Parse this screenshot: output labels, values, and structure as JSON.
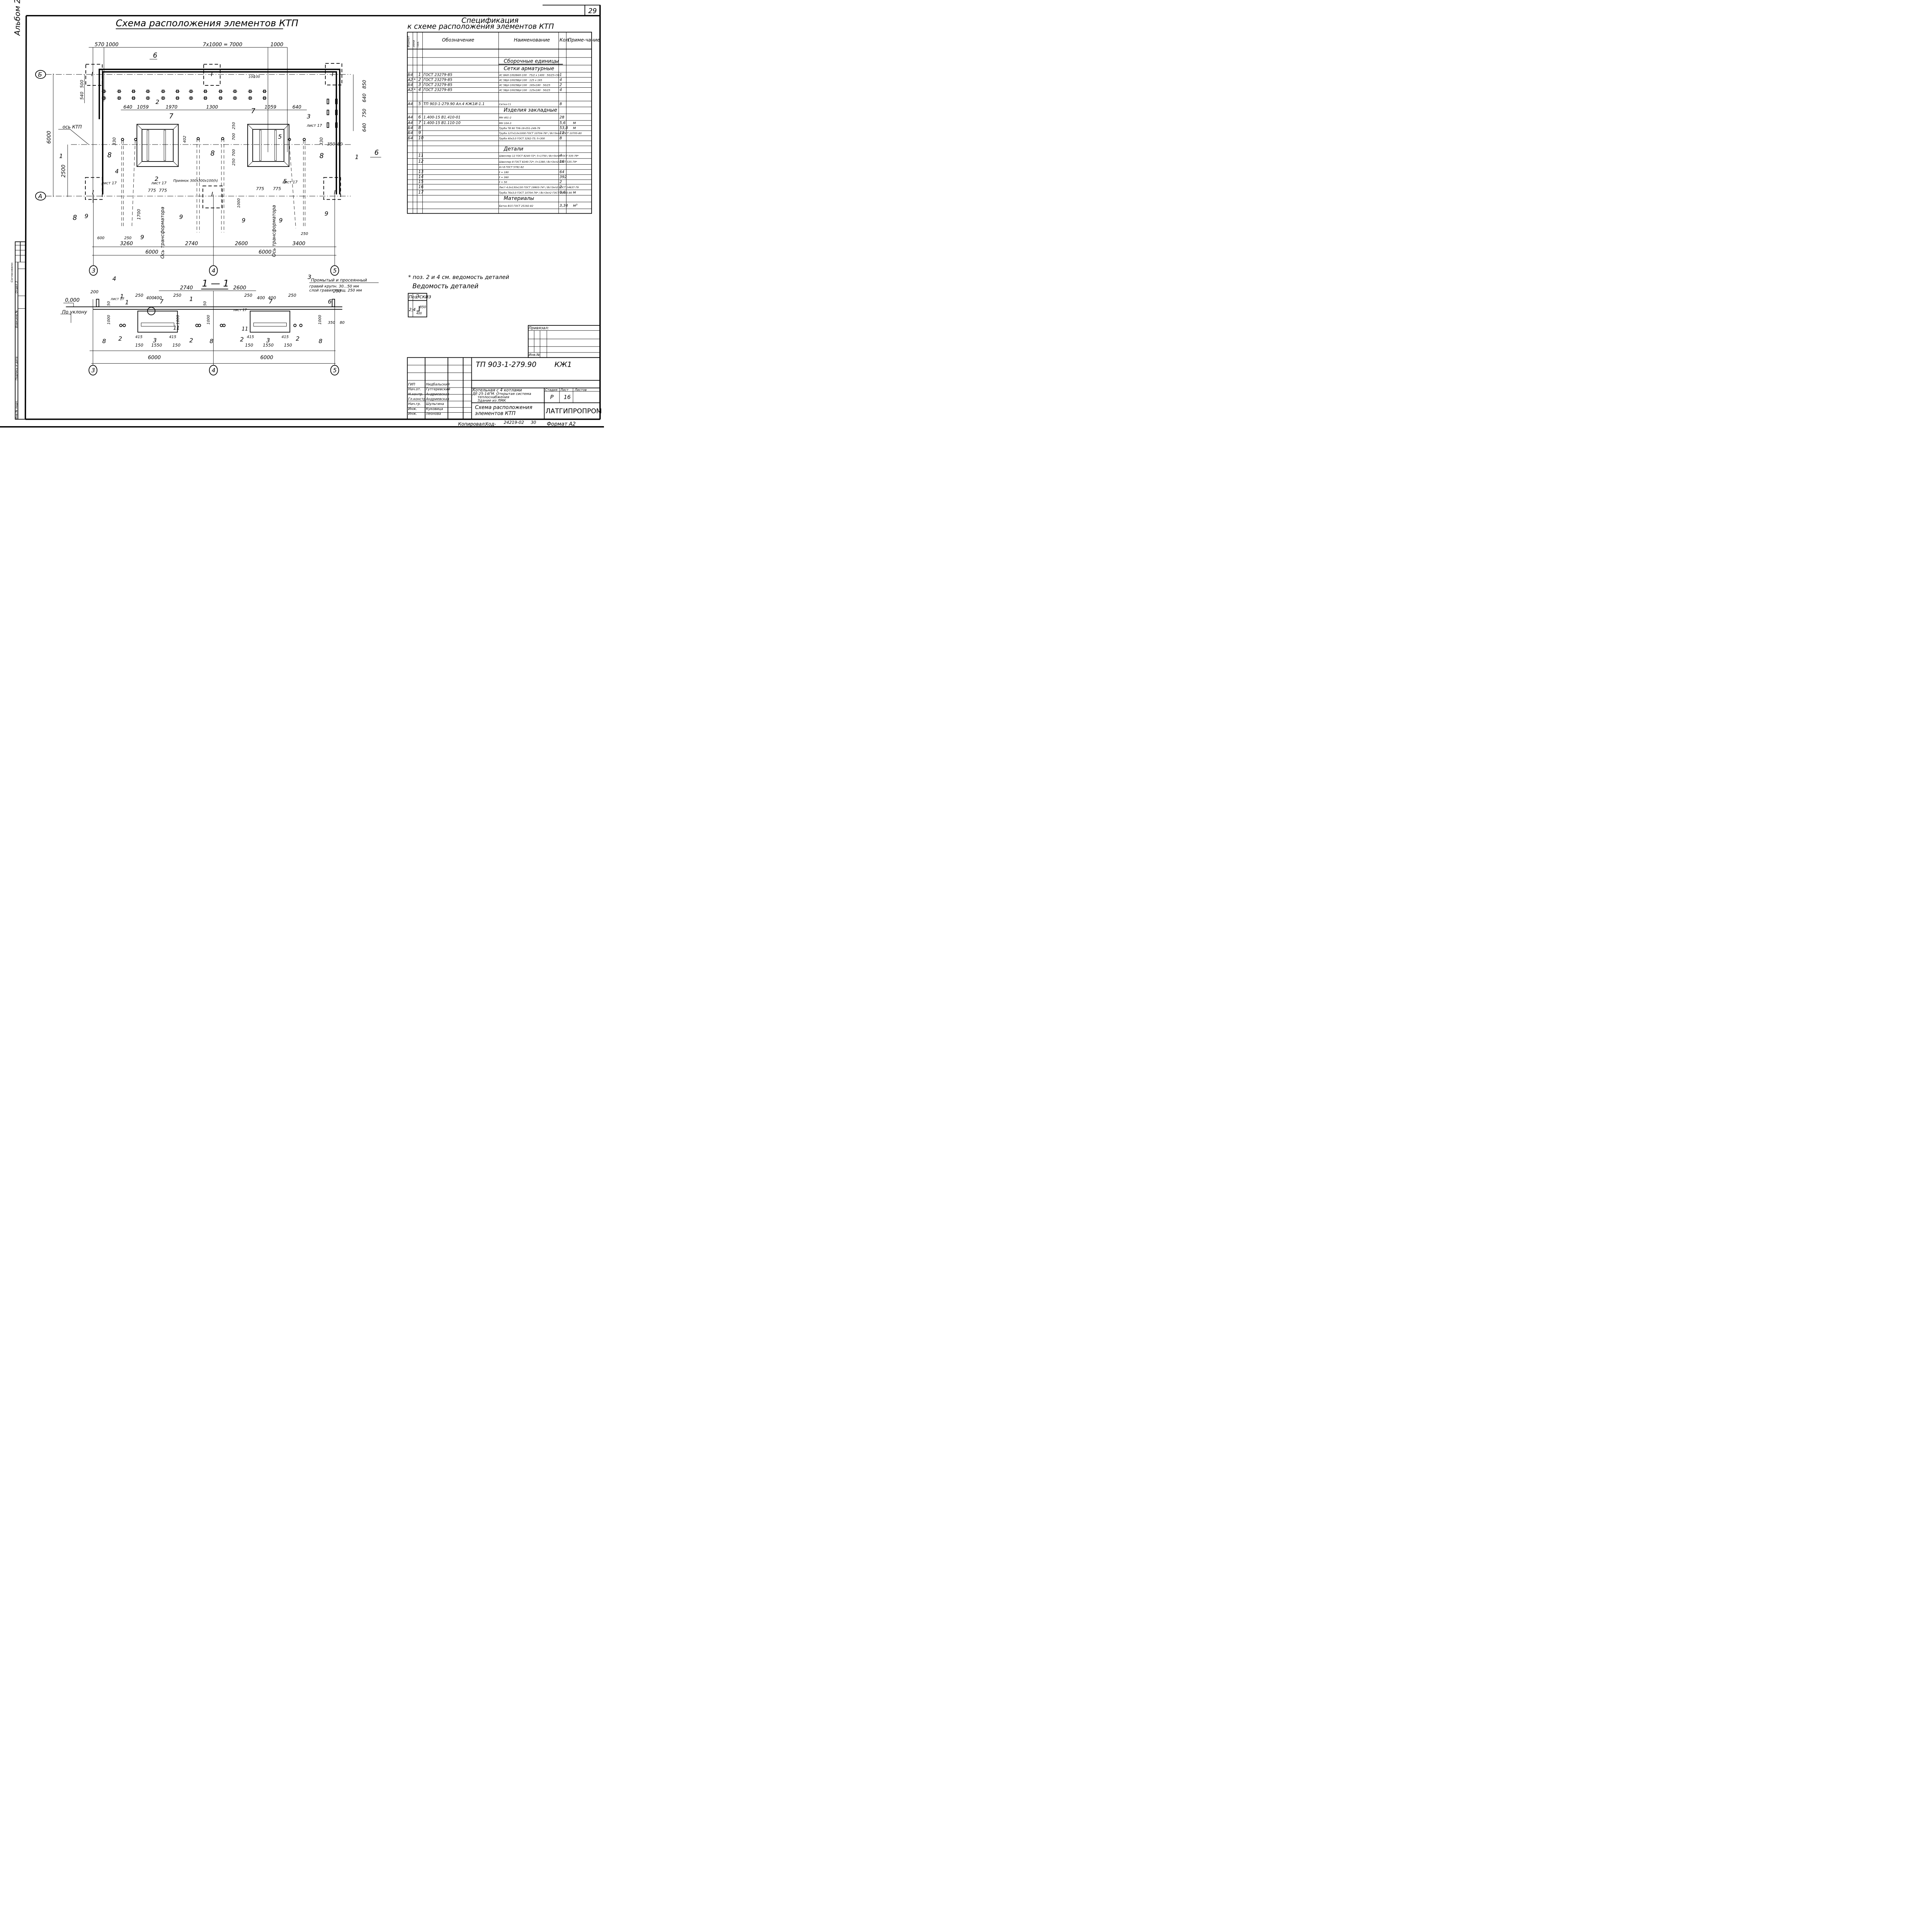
{
  "sheet": {
    "sheet_number_corner": "29",
    "album_label": "Альбом 2",
    "copied_by_label": "Копировал:",
    "copied_by_sign": "Ход-",
    "archive_number": "24219-02",
    "archive_sheet": "30",
    "format_label": "Формат А2"
  },
  "plan": {
    "title": "Схема расположения элементов КТП",
    "axes": {
      "row_b": "Б",
      "row_a": "А",
      "col_3": "3",
      "col_4": "4",
      "col_5": "5"
    },
    "dims_top": [
      "570",
      "1000",
      "7х1000 = 7000",
      "1000"
    ],
    "dims_row2": [
      "640",
      "1059",
      "1970",
      "1300",
      "1059",
      "640"
    ],
    "dims_left": [
      "6000",
      "2500",
      "540",
      "500",
      "330"
    ],
    "dims_right": [
      "850",
      "640",
      "750",
      "640",
      "350",
      "80",
      "330"
    ],
    "dims_bottom_row1": [
      "3260",
      "2740",
      "2600",
      "3400"
    ],
    "dims_bottom_row2": [
      "6000",
      "6000"
    ],
    "dims_misc": [
      "100",
      "100",
      "50",
      "50",
      "100",
      "100",
      "402",
      "250",
      "700",
      "700",
      "250",
      "775",
      "775",
      "775",
      "775",
      "1700",
      "1000",
      "350",
      "600",
      "250",
      "250",
      "300"
    ],
    "axis_ktp_label": "ось КТП",
    "transformer_axis_label": "Ось трансформатора",
    "pit_label": "Приямок 300х300х100(h)",
    "sheet_ref": "лист 17",
    "callouts": [
      "6",
      "7",
      "8",
      "9",
      "6",
      "7",
      "8",
      "9"
    ],
    "section_marks": [
      "1",
      "1",
      "2",
      "2",
      "3",
      "3",
      "4",
      "4",
      "5",
      "5"
    ]
  },
  "section": {
    "title": "1 — 1",
    "elevation_zero": "0,000",
    "slope_label": "По уклону",
    "gravel_note": [
      "Промытый и просеянный",
      "гравий крупн. 30...50 мм",
      "слой гравия толщ. 250 мм"
    ],
    "dims_top": [
      "2740",
      "2600",
      "200",
      "250",
      "400",
      "400",
      "250",
      "250",
      "400",
      "400",
      "250",
      "200"
    ],
    "dims_bottom": [
      "150",
      "1550",
      "150",
      "150",
      "1550",
      "150",
      "6000",
      "6000"
    ],
    "dims_misc": [
      "50",
      "1000",
      "1000",
      "415",
      "415",
      "15",
      "150",
      "375",
      "1000",
      "50",
      "1000",
      "350",
      "80",
      "415",
      "415"
    ],
    "callouts": [
      "1",
      "1",
      "1",
      "2",
      "2",
      "3",
      "7",
      "8",
      "8",
      "11",
      "15",
      "6"
    ],
    "sheet_ref": "лист 17",
    "axes": [
      "3",
      "4",
      "5"
    ]
  },
  "spec": {
    "title_line1": "Спецификация",
    "title_line2": "к схеме расположения элементов КТП",
    "headers": [
      "Формат",
      "Зона",
      "Поз.",
      "Обозначение",
      "Наименование",
      "Кол.",
      "Приме-чание"
    ],
    "rows": [
      {
        "fmt": "",
        "zone": "",
        "pos": "",
        "des": "",
        "name": "",
        "qty": "",
        "note": ""
      },
      {
        "fmt": "",
        "zone": "",
        "pos": "",
        "des": "",
        "name": "Сборочные единицы",
        "qty": "",
        "note": "",
        "section": true
      },
      {
        "fmt": "",
        "zone": "",
        "pos": "",
        "des": "",
        "name": "Сетки арматурные",
        "qty": "",
        "note": "",
        "section": true
      },
      {
        "fmt": "Б4",
        "zone": "",
        "pos": "1",
        "des": "ГОСТ 23279-85",
        "name": "4С 8AIII-100/8AIII-100 · 75/2 х 1400 · 50/25+50",
        "qty": "1",
        "note": ""
      },
      {
        "fmt": "А2",
        "zone": "*",
        "pos": "2",
        "des": "ГОСТ 23279-85",
        "name": "4С 5ВрI-100/5ВрI-100 · 125 х 165",
        "qty": "4",
        "note": ""
      },
      {
        "fmt": "Б4",
        "zone": "",
        "pos": "3",
        "des": "ГОСТ 23279-85",
        "name": "4С 5ВрI-100/5ВрI-100 · 165х180 · 50/25",
        "qty": "2",
        "note": ""
      },
      {
        "fmt": "А2",
        "zone": "*",
        "pos": "4",
        "des": "ГОСТ 23279-85",
        "name": "4С 5ВрI-100/5ВрI-100 · 125х180 · 50/25",
        "qty": "4",
        "note": ""
      },
      {
        "fmt": "",
        "zone": "",
        "pos": "",
        "des": "",
        "name": "",
        "qty": "",
        "note": ""
      },
      {
        "fmt": "А4",
        "zone": "",
        "pos": "5",
        "des": "ТП 903-1-279.90 Ал.4  КЖ1И-1.1",
        "name": "Сетка С1",
        "qty": "8",
        "note": ""
      },
      {
        "fmt": "",
        "zone": "",
        "pos": "",
        "des": "",
        "name": "Изделия закладные",
        "qty": "",
        "note": "",
        "section": true
      },
      {
        "fmt": "А4",
        "zone": "",
        "pos": "6",
        "des": "1.400-15 В1.410-01",
        "name": "МН 401-2",
        "qty": "28",
        "note": ""
      },
      {
        "fmt": "А4",
        "zone": "",
        "pos": "7",
        "des": "1.400-15 В1.110-10",
        "name": "МН 104-3",
        "qty": "5,6",
        "note": "м"
      },
      {
        "fmt": "Б4",
        "zone": "",
        "pos": "8",
        "des": "",
        "name": "Труба ТВ 90 ТУ6-19-051-249-79",
        "qty": "53,8",
        "note": "м"
      },
      {
        "fmt": "Б4",
        "zone": "",
        "pos": "9",
        "des": "",
        "name": "Труба 127х3,0х1000 ГОСТ 10704-76* / Вст3кп2 ГОСТ 10705-80",
        "qty": "12",
        "note": ""
      },
      {
        "fmt": "Б4",
        "zone": "",
        "pos": "10",
        "des": "",
        "name": "Труба 40х3,0 ГОСТ 3262-75; ℓ=300",
        "qty": "8",
        "note": ""
      },
      {
        "fmt": "",
        "zone": "",
        "pos": "",
        "des": "",
        "name": "",
        "qty": "",
        "note": ""
      },
      {
        "fmt": "",
        "zone": "",
        "pos": "",
        "des": "",
        "name": "Детали",
        "qty": "",
        "note": "",
        "section": true
      },
      {
        "fmt": "",
        "zone": "",
        "pos": "11",
        "des": "",
        "name": "Швеллер 12 ГОСТ 8240-72*; ℓ=1750 / Вст3кп2 ГОСТ 535-79*",
        "qty": "4",
        "note": ""
      },
      {
        "fmt": "",
        "zone": "",
        "pos": "12",
        "des": "",
        "name": "Швеллер 8 ГОСТ 8240-72*; ℓ=1380 / Вст3кп2 ГОСТ 535-79*",
        "qty": "16",
        "note": ""
      },
      {
        "fmt": "",
        "zone": "",
        "pos": "",
        "des": "",
        "name": "А-I-8 ГОСТ 5781-82",
        "qty": "",
        "note": ""
      },
      {
        "fmt": "",
        "zone": "",
        "pos": "13",
        "des": "",
        "name": "ℓ = 180",
        "qty": "64",
        "note": ""
      },
      {
        "fmt": "",
        "zone": "",
        "pos": "14",
        "des": "",
        "name": "ℓ = 360",
        "qty": "392",
        "note": ""
      },
      {
        "fmt": "",
        "zone": "",
        "pos": "15",
        "des": "",
        "name": "ℓ = 50",
        "qty": "2",
        "note": ""
      },
      {
        "fmt": "",
        "zone": "",
        "pos": "16",
        "des": "",
        "name": "Лист 4,0х130х130 ГОСТ 19903-74* / Вст3кп2 ГОСТ 14637-79",
        "qty": "2",
        "note": ""
      },
      {
        "fmt": "",
        "zone": "",
        "pos": "17",
        "des": "",
        "name": "Труба 76х3,0 ГОСТ 10704-76* / Вст3кп2 ГОСТ 10705-80",
        "qty": "0,6",
        "note": "м"
      },
      {
        "fmt": "",
        "zone": "",
        "pos": "",
        "des": "",
        "name": "Материалы",
        "qty": "",
        "note": "",
        "section": true
      },
      {
        "fmt": "",
        "zone": "",
        "pos": "",
        "des": "",
        "name": "Бетон В15 ГОСТ 25192-82",
        "qty": "3,34",
        "note": "м³"
      },
      {
        "fmt": "",
        "zone": "",
        "pos": "",
        "des": "",
        "name": "",
        "qty": "",
        "note": ""
      }
    ],
    "footnote": "* поз. 2 и 4 см. ведомость деталей"
  },
  "details_list": {
    "title": "Ведомость деталей",
    "headers": [
      "Поз",
      "Эскиз"
    ],
    "rows": [
      {
        "pos": "2;4",
        "dim_v": "850",
        "dim_h": "400"
      }
    ]
  },
  "binding": {
    "attached_label": "Привязал:",
    "inv_label": "Инв.№"
  },
  "title_block": {
    "doc_code": "ТП 903-1-279.90",
    "doc_mark": "КЖ1",
    "project_text": [
      "Котельная с 4 котлами",
      "ДЕ-25-14ГМ. Открытая система",
      "теплоснабжения",
      "Здание из ЛМК"
    ],
    "sheet_title": [
      "Схема расположения",
      "элементов КТП"
    ],
    "stage_label": "Стадия",
    "sheet_label": "Лист",
    "sheets_label": "Листов",
    "stage": "Р",
    "sheet_no": "16",
    "sheets_total": "",
    "org": "ЛАТГИПРОПРОМ",
    "staff": [
      {
        "role": "ГИП",
        "name": "Нидбальский"
      },
      {
        "role": "Нач.от.",
        "name": "Гутгеревский"
      },
      {
        "role": "Н.контр.",
        "name": "Андриевская"
      },
      {
        "role": "Гл.констр",
        "name": "Андриевская"
      },
      {
        "role": "Нач.гр.",
        "name": "Шульгина"
      },
      {
        "role": "Инж.",
        "name": "Куковица"
      },
      {
        "role": "Инж.",
        "name": "Леонова"
      }
    ]
  },
  "side_stamp": {
    "labels": [
      "Инв.№ подл.",
      "Подпись и дата",
      "Взам.инв.№"
    ],
    "approved": "Согласовано:",
    "dept": "Отдел 3"
  }
}
